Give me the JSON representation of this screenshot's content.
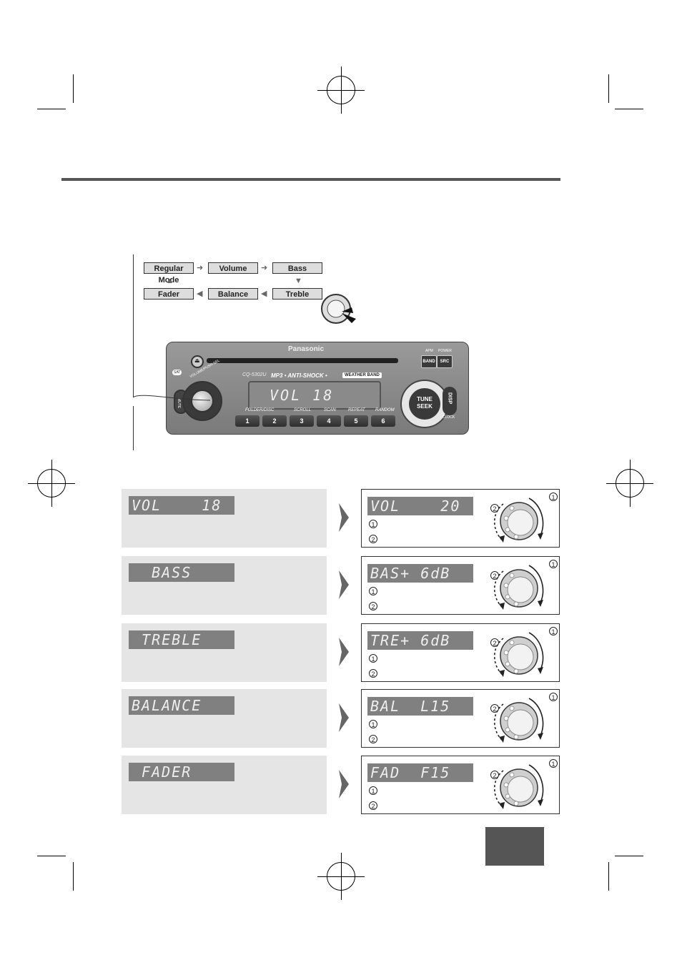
{
  "mode_flow": {
    "regular_mode": "Regular Mode",
    "volume": "Volume",
    "bass": "Bass",
    "fader": "Fader",
    "balance": "Balance",
    "treble": "Treble"
  },
  "radio": {
    "brand": "Panasonic",
    "model": "CQ-5302U",
    "features": "MP3 • ANTI-SHOCK •",
    "weather_band": "WEATHER BAND",
    "apm": "APM",
    "power": "POWER",
    "band": "BAND",
    "src": "SRC",
    "display": "VOL  18",
    "volume_push_sel": "VOLUME/PUSH SEL",
    "mute": "MUTE",
    "folder_disc": "FOLDER/DISC",
    "scroll": "SCROLL",
    "scan": "SCAN",
    "repeat": "REPEAT",
    "random": "RANDOM",
    "presets": [
      "1",
      "2",
      "3",
      "4",
      "5",
      "6"
    ],
    "tune": "TUNE",
    "seek": "SEEK",
    "disp": "DISP",
    "clock": "CLOCK",
    "sat": "SAT"
  },
  "steps": [
    {
      "before": "VOL    18",
      "after": "VOL    20"
    },
    {
      "before": "  BASS",
      "after": "BAS+ 6dB"
    },
    {
      "before": " TREBLE",
      "after": "TRE+ 6dB"
    },
    {
      "before": "BALANCE",
      "after": "BAL  L15"
    },
    {
      "before": " FADER",
      "after": "FAD  F15"
    }
  ],
  "markers": {
    "one": "1",
    "two": "2"
  }
}
